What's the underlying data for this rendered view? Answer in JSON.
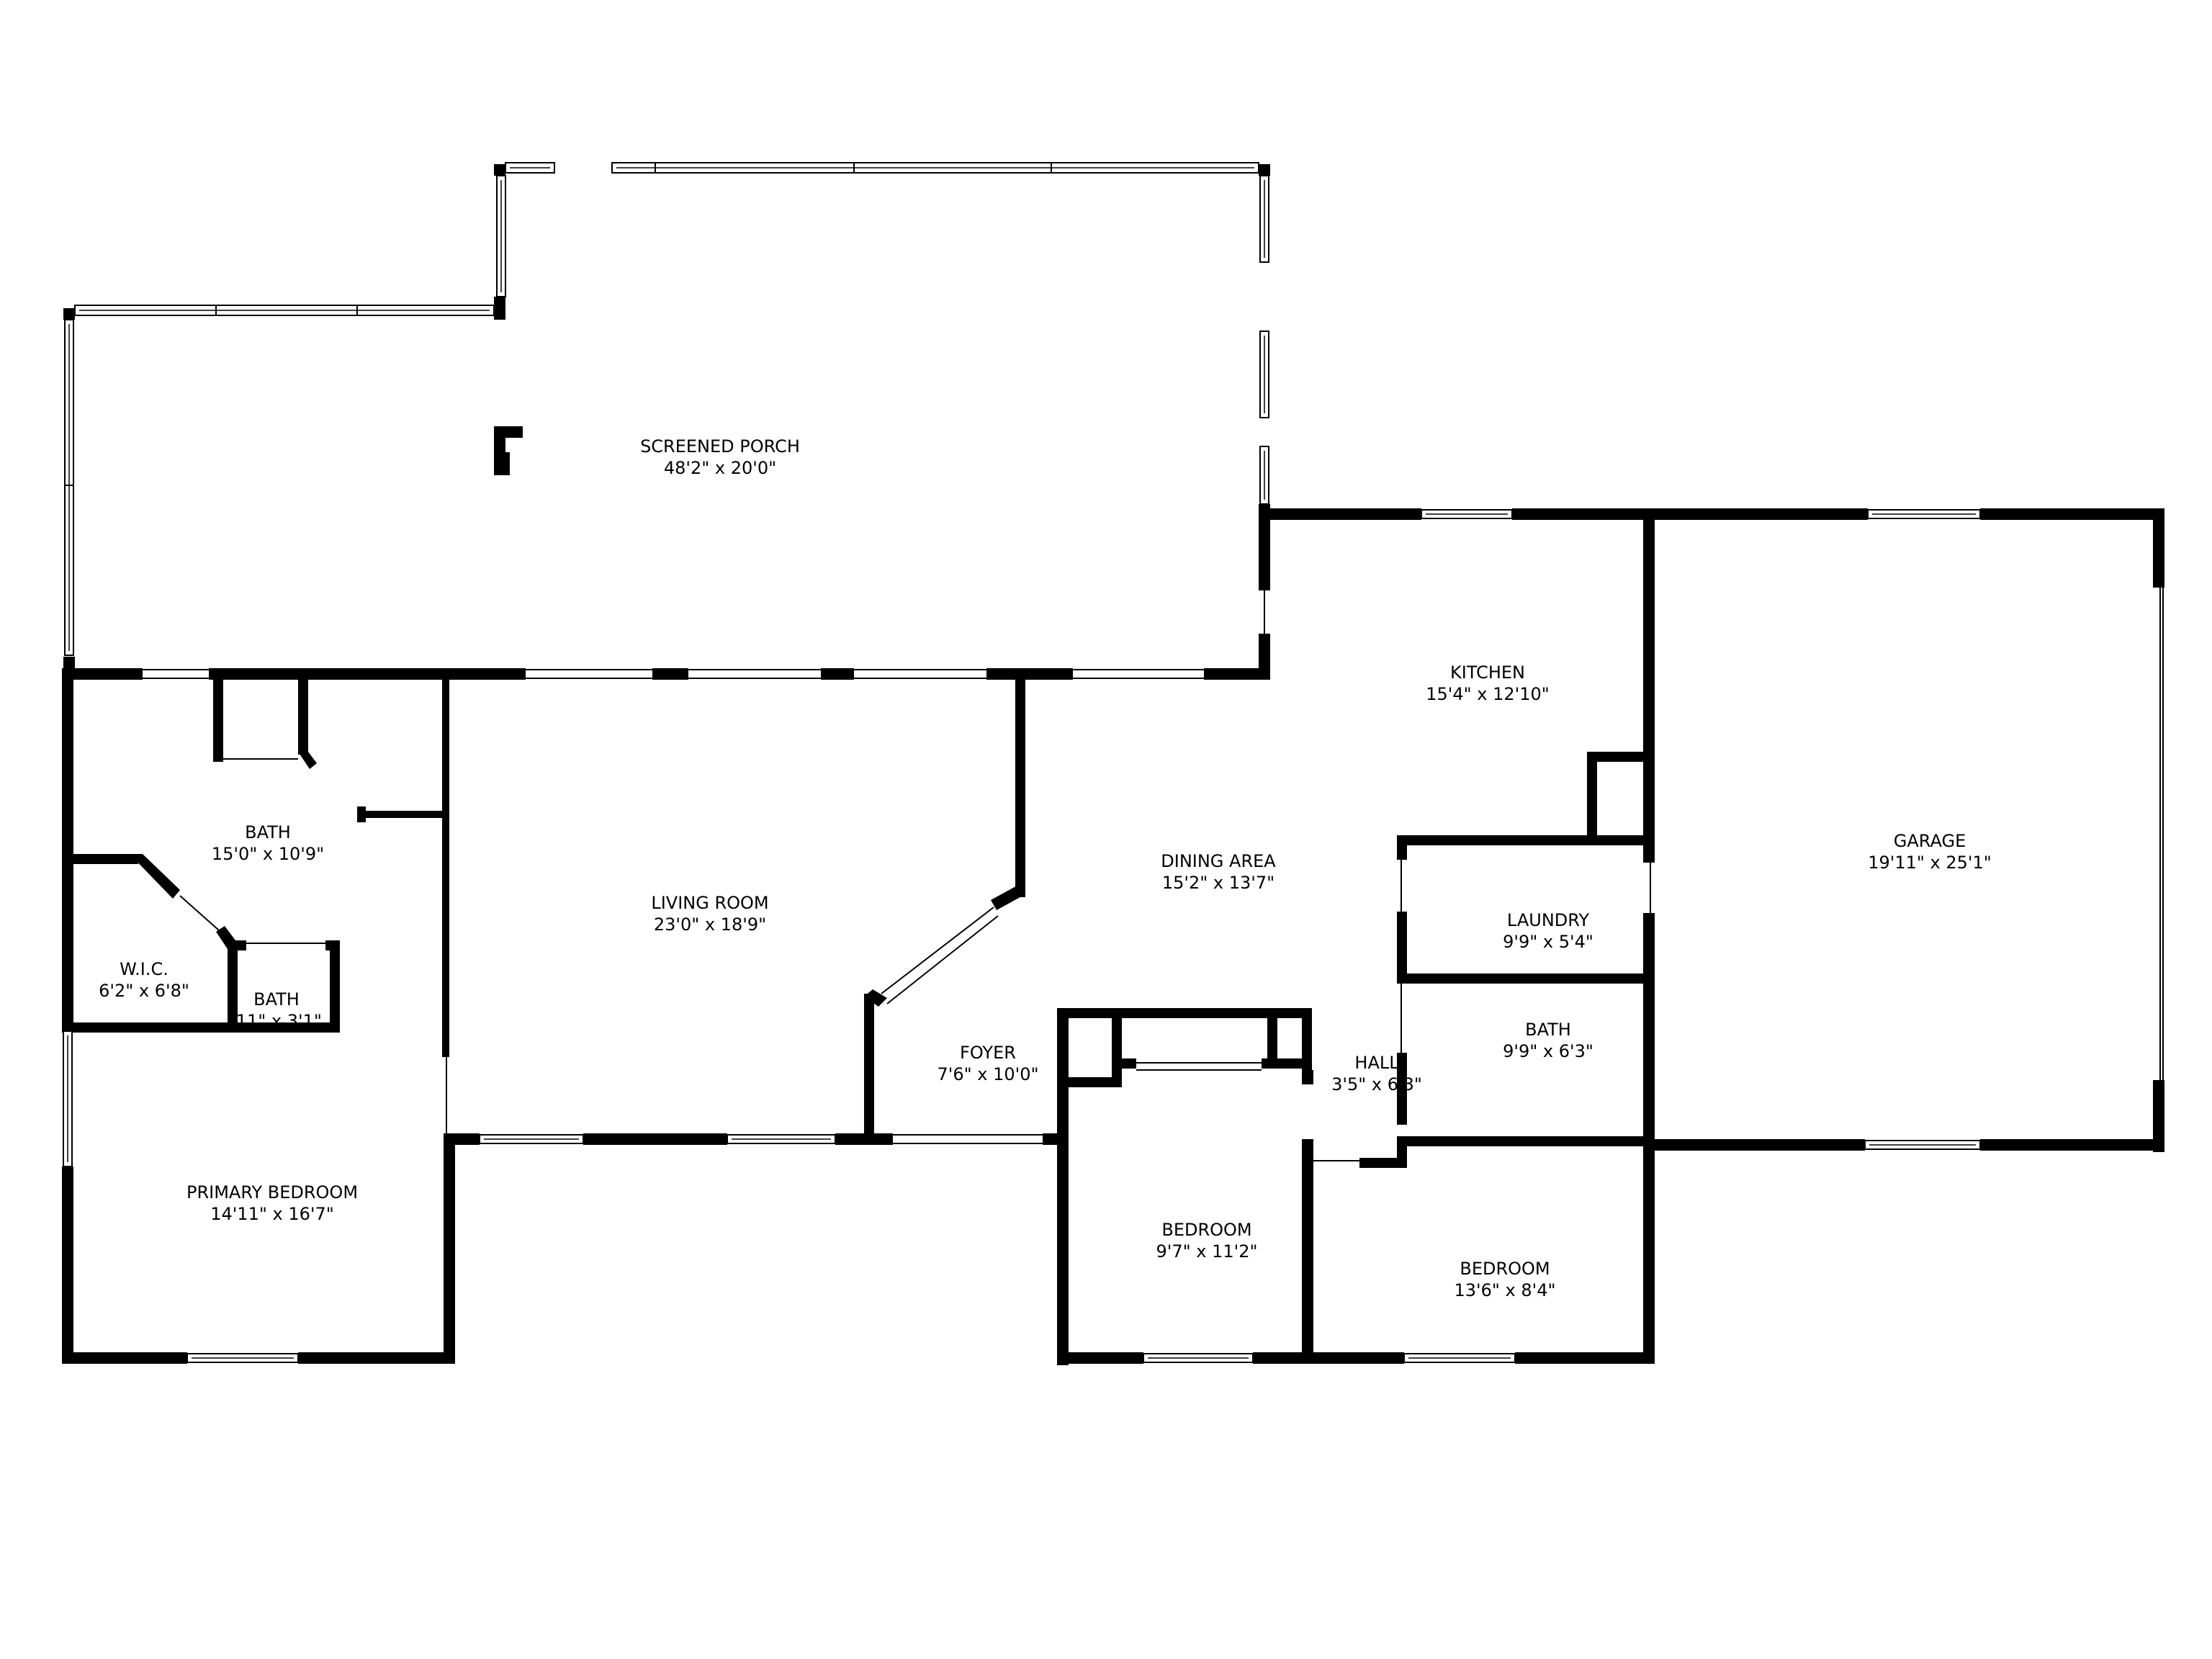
{
  "plan": {
    "background": "#ffffff",
    "wall_color": "#000000",
    "rooms": [
      {
        "id": "screened-porch",
        "name": "SCREENED PORCH",
        "size": "48'2\" x 20'0\""
      },
      {
        "id": "kitchen",
        "name": "KITCHEN",
        "size": "15'4\" x 12'10\""
      },
      {
        "id": "garage",
        "name": "GARAGE",
        "size": "19'11\" x 25'1\""
      },
      {
        "id": "bath-primary",
        "name": "BATH",
        "size": "15'0\" x 10'9\""
      },
      {
        "id": "living-room",
        "name": "LIVING ROOM",
        "size": "23'0\" x 18'9\""
      },
      {
        "id": "dining-area",
        "name": "DINING AREA",
        "size": "15'2\" x 13'7\""
      },
      {
        "id": "laundry",
        "name": "LAUNDRY",
        "size": "9'9\" x 5'4\""
      },
      {
        "id": "wic",
        "name": "W.I.C.",
        "size": "6'2\" x 6'8\""
      },
      {
        "id": "bath-small",
        "name": "BATH",
        "size": "'11\" x 3'1\""
      },
      {
        "id": "foyer",
        "name": "FOYER",
        "size": "7'6\" x 10'0\""
      },
      {
        "id": "hall",
        "name": "HALL",
        "size": "3'5\" x 6'3\""
      },
      {
        "id": "bath-hall",
        "name": "BATH",
        "size": "9'9\" x 6'3\""
      },
      {
        "id": "primary-bedroom",
        "name": "PRIMARY BEDROOM",
        "size": "14'11\" x 16'7\""
      },
      {
        "id": "bedroom-1",
        "name": "BEDROOM",
        "size": "9'7\" x 11'2\""
      },
      {
        "id": "bedroom-2",
        "name": "BEDROOM",
        "size": "13'6\" x 8'4\""
      }
    ]
  }
}
